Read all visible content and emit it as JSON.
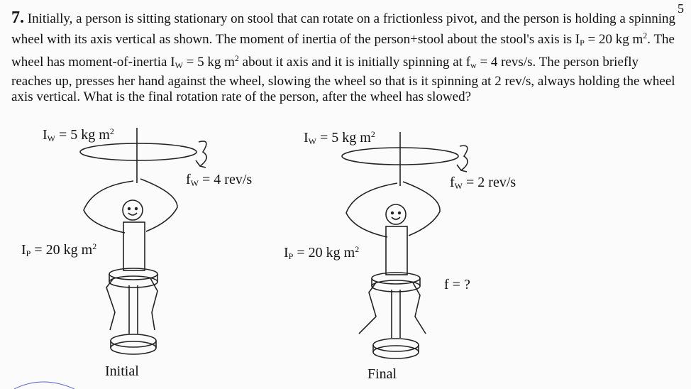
{
  "page_number": "5",
  "problem": {
    "number": "7.",
    "text_1": "Initially, a person is sitting stationary on stool that can rotate on a frictionless pivot, and the person is holding a spinning wheel with its axis vertical as shown.  The moment of inertia of the person+stool about the stool's axis is I",
    "sub_p": "P",
    "text_2": " = 20 kg m",
    "exp_a": "2",
    "text_3": ".  The wheel has moment-of-inertia I",
    "sub_w1": "W",
    "text_4": " = 5 kg m",
    "exp_b": "2",
    "text_5": " about it axis and it is initially spinning at f",
    "sub_w2": "w",
    "text_6": " = 4 revs/s.  The person briefly reaches up, presses her hand against the wheel, slowing the wheel so that is it spinning at 2 rev/s, always holding the wheel axis vertical.  What is the final rotation rate of the person, after the wheel has slowed?"
  },
  "left": {
    "iw_a": "I",
    "iw_sub": "W",
    "iw_b": " = 5 kg m",
    "iw_exp": "2",
    "fw_a": "f",
    "fw_sub": "W",
    "fw_b": " = 4 rev/s",
    "ip_a": "I",
    "ip_sub": "P",
    "ip_b": " = 20 kg m",
    "ip_exp": "2",
    "caption": "Initial"
  },
  "right": {
    "iw_a": "I",
    "iw_sub": "W",
    "iw_b": " = 5 kg m",
    "iw_exp": "2",
    "fw_a": "f",
    "fw_sub": "W",
    "fw_b": " = 2 rev/s",
    "ip_a": "I",
    "ip_sub": "P",
    "ip_b": " = 20 kg m",
    "ip_exp": "2",
    "f_label": "f = ?",
    "caption": "Final"
  }
}
